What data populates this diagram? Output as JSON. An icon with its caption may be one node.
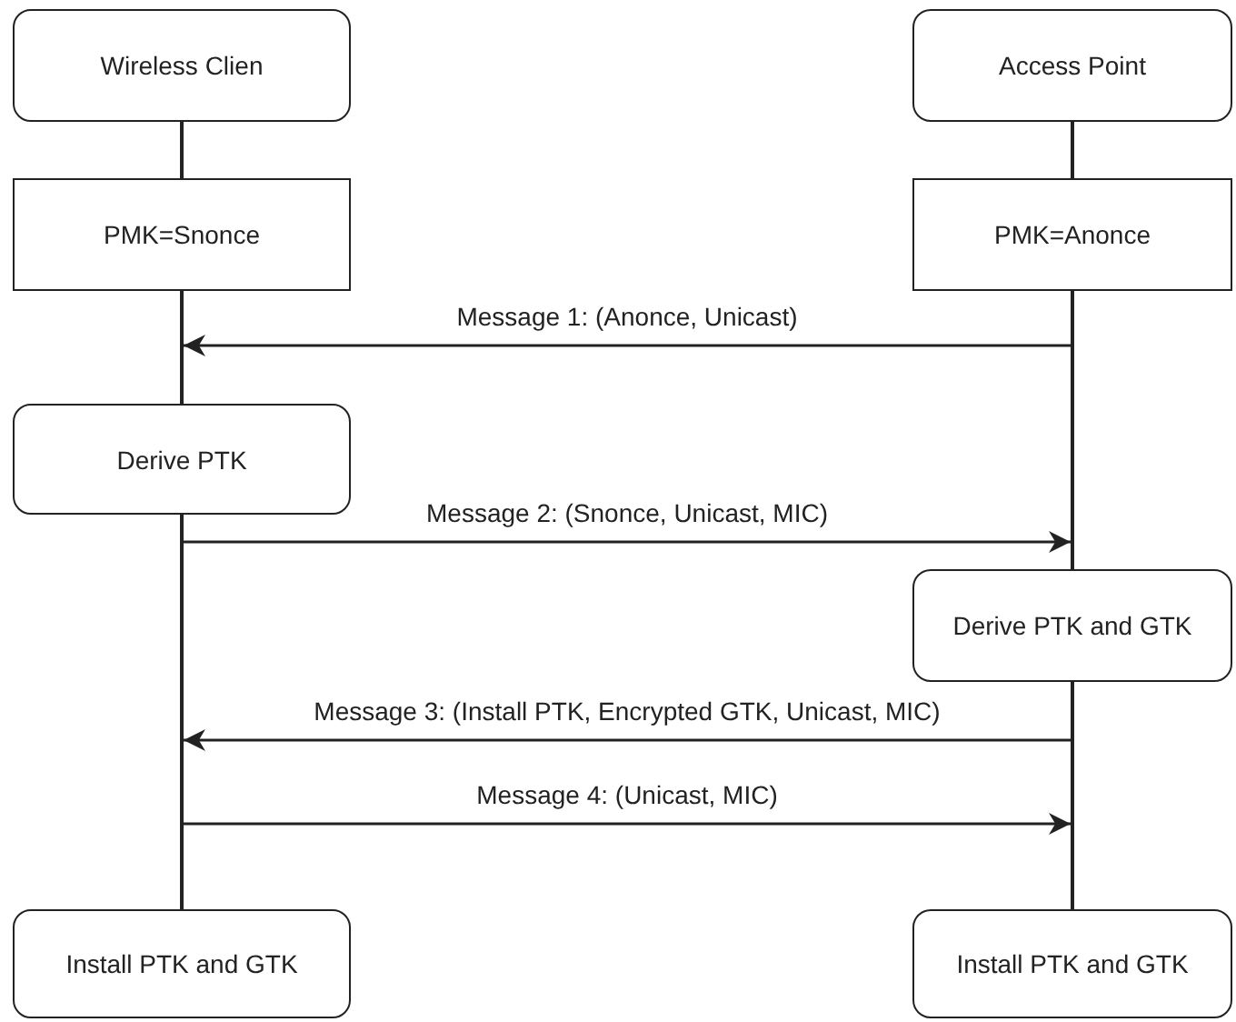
{
  "diagram": {
    "nodes": [
      {
        "text": [
          "Wireless Clien"
        ]
      },
      {
        "text": [
          "Access Point"
        ]
      },
      {
        "text": [
          "PMK=Snonce"
        ]
      },
      {
        "text": [
          "PMK=Anonce"
        ]
      },
      {
        "text": [
          "Derive PTK"
        ]
      },
      {
        "text": [
          "Derive PTK and GTK"
        ]
      },
      {
        "text": [
          "Install PTK and GTK"
        ]
      },
      {
        "text": [
          "Install PTK and GTK"
        ]
      },
      {
        "text": [],
        "shape": "line"
      },
      {
        "text": [],
        "shape": "line"
      },
      {
        "text": [],
        "shape": "line"
      },
      {
        "text": [],
        "shape": "line"
      },
      {
        "text": [],
        "shape": "line"
      },
      {
        "text": [],
        "shape": "line"
      }
    ],
    "edges": [
      {
        "from": 12,
        "to": 9,
        "arrow": "to",
        "label": "Message 1: (Anonce, Unicast)"
      },
      {
        "from": 10,
        "to": 12,
        "arrow": "to",
        "label": "Message 2: (Snonce, Unicast, MIC)"
      },
      {
        "from": 13,
        "to": 10,
        "arrow": "to",
        "label": "Message 3: (Install PTK, Encrypted GTK, Unicast, MIC)"
      },
      {
        "from": 10,
        "to": 13,
        "arrow": "to",
        "label": "Message 4: (Unicast, MIC)"
      }
    ]
  }
}
